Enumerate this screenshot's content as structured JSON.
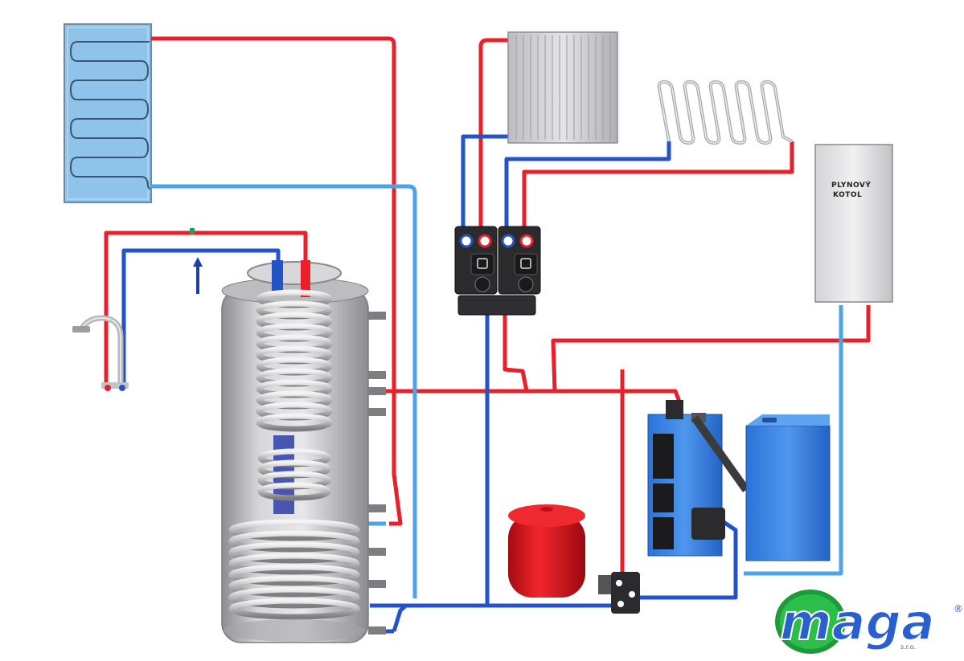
{
  "boiler": {
    "label_line1": "PLYNOVÝ",
    "label_line2": "KOTOL"
  },
  "logo": {
    "brand": "maga",
    "suffix": "s.r.o.",
    "registered": "®"
  },
  "colors": {
    "hot_pipe": "#e8202a",
    "cold_pipe": "#2453c8",
    "return_pipe": "#4da3e6",
    "tank_body": "#c9c9cc",
    "pellet_boiler": "#2f6fd6",
    "expansion_vessel": "#e0141c",
    "solar_panel": "#8fc3ea"
  }
}
